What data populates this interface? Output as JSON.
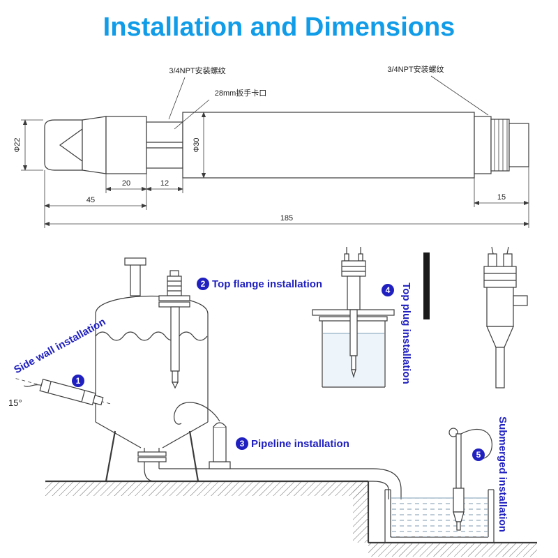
{
  "title": "Installation and Dimensions",
  "colors": {
    "title_blue": "#119ce8",
    "label_blue": "#2020c0",
    "line": "#3b3b3b"
  },
  "dimension_drawing": {
    "thread_label_left": "3/4NPT安装螺纹",
    "wrench_label": "28mm扳手卡口",
    "thread_label_right": "3/4NPT安装螺纹",
    "dia_tip": "Φ22",
    "dia_body": "Φ30",
    "seg_20": "20",
    "seg_12": "12",
    "seg_45": "45",
    "seg_15": "15",
    "total_length": "185"
  },
  "installations": {
    "side_wall": {
      "num": "1",
      "label": "Side wall installation",
      "angle": "15°"
    },
    "top_flange": {
      "num": "2",
      "label": "Top flange installation"
    },
    "pipeline": {
      "num": "3",
      "label": "Pipeline installation"
    },
    "top_plug": {
      "num": "4",
      "label": "Top plug installation"
    },
    "submerged": {
      "num": "5",
      "label": "Submerged installation"
    }
  }
}
